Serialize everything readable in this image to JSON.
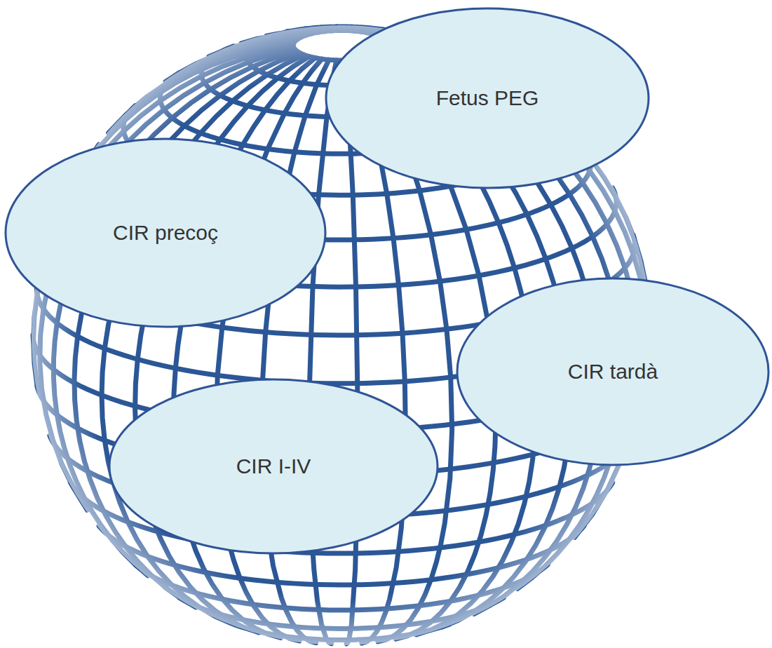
{
  "diagram": {
    "nodes": [
      {
        "text": [
          "Fetus PEG"
        ]
      },
      {
        "text": [
          "CIR precoç"
        ]
      },
      {
        "text": [
          "CIR tardà"
        ]
      },
      {
        "text": [
          "CIR I-IV"
        ]
      }
    ]
  }
}
